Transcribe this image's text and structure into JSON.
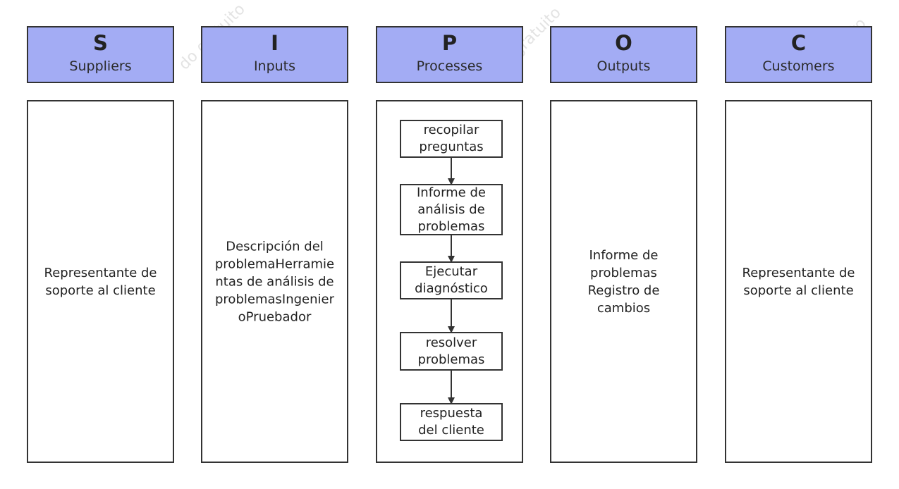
{
  "columns": [
    {
      "letter": "S",
      "word": "Suppliers",
      "lines": [
        "Representante de",
        "soporte al cliente"
      ]
    },
    {
      "letter": "I",
      "word": "Inputs",
      "lines": [
        "Descripción del",
        "problemaHerramie",
        "ntas de análisis de",
        "problemasIngenier",
        "oPruebador"
      ]
    },
    {
      "letter": "P",
      "word": "Processes"
    },
    {
      "letter": "O",
      "word": "Outputs",
      "lines": [
        "Informe de",
        "problemas",
        "Registro de",
        "cambios"
      ]
    },
    {
      "letter": "C",
      "word": "Customers",
      "lines": [
        "Representante de",
        "soporte al cliente"
      ]
    }
  ],
  "process_steps": [
    {
      "lines": [
        "recopilar",
        "preguntas"
      ]
    },
    {
      "lines": [
        "Informe de",
        "análisis de",
        "problemas"
      ]
    },
    {
      "lines": [
        "Ejecutar",
        "diagnóstico"
      ]
    },
    {
      "lines": [
        "resolver",
        "problemas"
      ]
    },
    {
      "lines": [
        "respuesta",
        "del cliente"
      ]
    }
  ],
  "colors": {
    "header_fill": "#a3acf4",
    "border": "#333333"
  }
}
